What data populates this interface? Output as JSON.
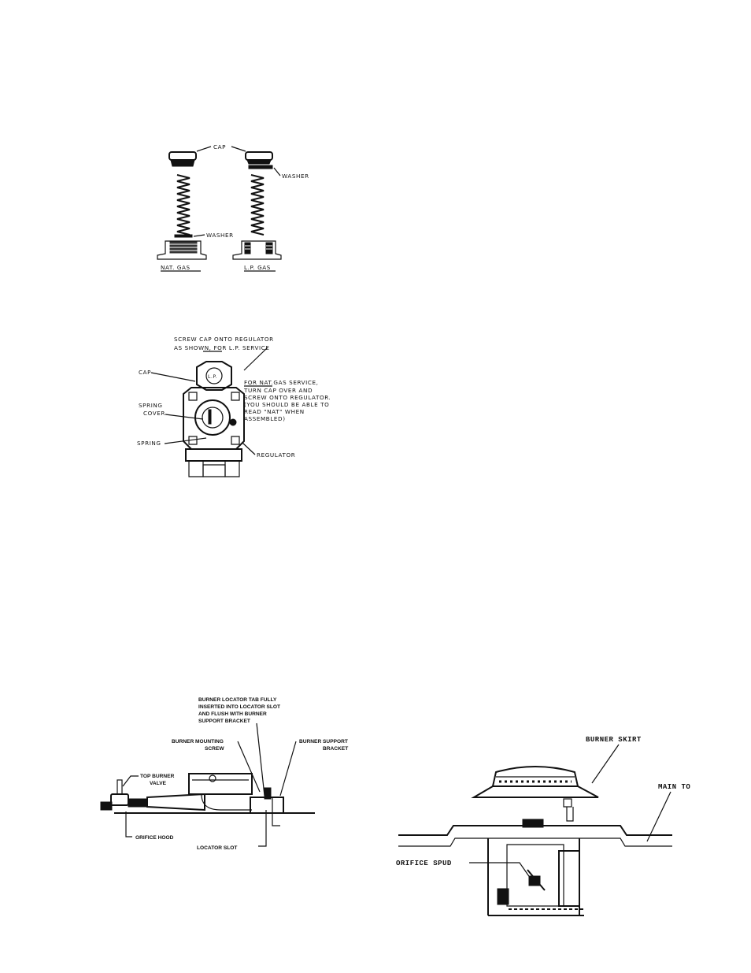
{
  "fig1": {
    "cap": "CAP",
    "washer_top": "WASHER",
    "washer_bottom": "WASHER",
    "nat_gas": "NAT. GAS",
    "lp_gas": "L.P. GAS"
  },
  "fig2": {
    "screw_cap_line1": "SCREW CAP ONTO REGULATOR",
    "screw_cap_line2": "AS SHOWN, FOR L.P. SERVICE",
    "cap": "CAP",
    "cap_marking": "L.P.",
    "nat_line1": "FOR NAT.GAS SERVICE,",
    "nat_line2": "TURN CAP OVER AND",
    "nat_line3": "SCREW ONTO REGULATOR.",
    "nat_line4": "(YOU SHOULD BE ABLE TO",
    "nat_line5": "READ \"NAT\" WHEN",
    "nat_line6": "ASSEMBLED)",
    "spring_cover_line1": "SPRING",
    "spring_cover_line2": "COVER",
    "spring": "SPRING",
    "regulator": "REGULATOR"
  },
  "fig3": {
    "locator_tab_line1": "BURNER LOCATOR TAB FULLY",
    "locator_tab_line2": "INSERTED INTO LOCATOR SLOT",
    "locator_tab_line3": "AND FLUSH WITH BURNER",
    "locator_tab_line4": "SUPPORT BRACKET",
    "mounting_line1": "BURNER MOUNTING",
    "mounting_line2": "SCREW",
    "support_line1": "BURNER SUPPORT",
    "support_line2": "BRACKET",
    "valve_line1": "TOP BURNER",
    "valve_line2": "VALVE",
    "orifice_hood": "ORIFICE HOOD",
    "locator_slot": "LOCATOR SLOT"
  },
  "fig4": {
    "burner_skirt": "BURNER SKIRT",
    "main_top": "MAIN TO",
    "orifice_spud": "ORIFICE SPUD"
  }
}
